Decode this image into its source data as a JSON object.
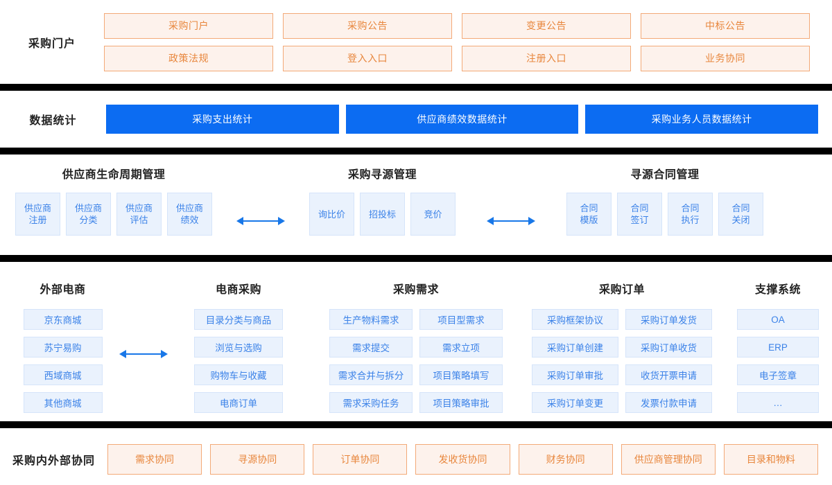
{
  "colors": {
    "orange_border": "#F3A977",
    "orange_fill": "#FDF2EC",
    "orange_text": "#E8863C",
    "blue_solid": "#0C6CF2",
    "blue_tile_fill": "#EAF2FD",
    "blue_tile_border": "#D5E4FA",
    "blue_text": "#3B82E8",
    "divider": "#000000",
    "title_text": "#222222"
  },
  "section_portal": {
    "label": "采购门户",
    "items": [
      "采购门户",
      "采购公告",
      "变更公告",
      "中标公告",
      "政策法规",
      "登入入口",
      "注册入口",
      "业务协同"
    ]
  },
  "section_statistics": {
    "label": "数据统计",
    "items": [
      "采购支出统计",
      "供应商绩效数据统计",
      "采购业务人员数据统计"
    ]
  },
  "section_lifecycle": {
    "groups": [
      {
        "title": "供应商生命周期管理",
        "tiles": [
          {
            "line1": "供应商",
            "line2": "注册"
          },
          {
            "line1": "供应商",
            "line2": "分类"
          },
          {
            "line1": "供应商",
            "line2": "评估"
          },
          {
            "line1": "供应商",
            "line2": "绩效"
          }
        ]
      },
      {
        "title": "采购寻源管理",
        "tiles": [
          {
            "line1": "询比价",
            "line2": ""
          },
          {
            "line1": "招投标",
            "line2": ""
          },
          {
            "line1": "竞价",
            "line2": ""
          }
        ]
      },
      {
        "title": "寻源合同管理",
        "tiles": [
          {
            "line1": "合同",
            "line2": "模版"
          },
          {
            "line1": "合同",
            "line2": "签订"
          },
          {
            "line1": "合同",
            "line2": "执行"
          },
          {
            "line1": "合同",
            "line2": "关闭"
          }
        ]
      }
    ]
  },
  "section_columns": {
    "columns": [
      {
        "title": "外部电商",
        "cells": [
          "京东商城",
          "苏宁易购",
          "西域商城",
          "其他商城"
        ]
      },
      {
        "title": "电商采购",
        "cells": [
          "目录分类与商品",
          "浏览与选购",
          "购物车与收藏",
          "电商订单"
        ]
      },
      {
        "title": "采购需求",
        "cells": [
          "生产物料需求",
          "项目型需求",
          "需求提交",
          "需求立项",
          "需求合并与拆分",
          "项目策略填写",
          "需求采购任务",
          "项目策略审批"
        ]
      },
      {
        "title": "采购订单",
        "cells": [
          "采购框架协议",
          "采购订单发货",
          "采购订单创建",
          "采购订单收货",
          "采购订单审批",
          "收货开票申请",
          "采购订单变更",
          "发票付款申请"
        ]
      },
      {
        "title": "支撑系统",
        "cells": [
          "OA",
          "ERP",
          "电子签章",
          "…"
        ]
      }
    ]
  },
  "section_collaboration": {
    "label": "采购内外部协同",
    "items": [
      "需求协同",
      "寻源协同",
      "订单协同",
      "发收货协同",
      "财务协同",
      "供应商管理协同",
      "目录和物料"
    ]
  }
}
